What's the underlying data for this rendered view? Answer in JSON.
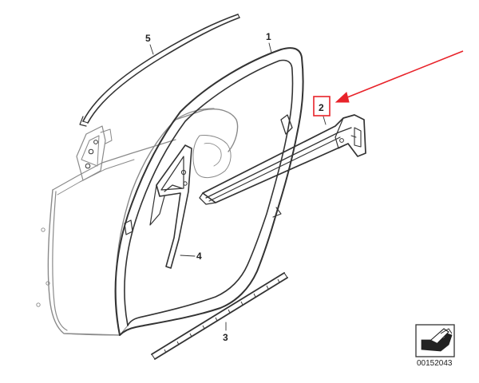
{
  "callouts": {
    "c1": "1",
    "c2": "2",
    "c3": "3",
    "c4": "4",
    "c5": "5"
  },
  "highlight": {
    "target_label": "2",
    "color": "#e8232a"
  },
  "diagram_number": "00152043",
  "icon": "hand-pointer-icon"
}
